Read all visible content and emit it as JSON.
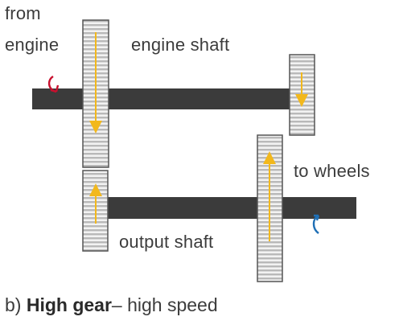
{
  "labels": {
    "from": "from",
    "engine": "engine",
    "engine_shaft": "engine shaft",
    "to_wheels": "to wheels",
    "output_shaft": "output shaft"
  },
  "caption": {
    "prefix": "b)",
    "bold": "High gear",
    "rest": "– high speed"
  },
  "colors": {
    "shaft": "#3b3b3b",
    "gear_fill": "#d0d0d0",
    "gear_stripe": "#f2f2f2",
    "gear_border": "#555555",
    "force_arrow": "#f2b81c",
    "input_rotation": "#c8102e",
    "output_rotation": "#1f6fb5"
  }
}
